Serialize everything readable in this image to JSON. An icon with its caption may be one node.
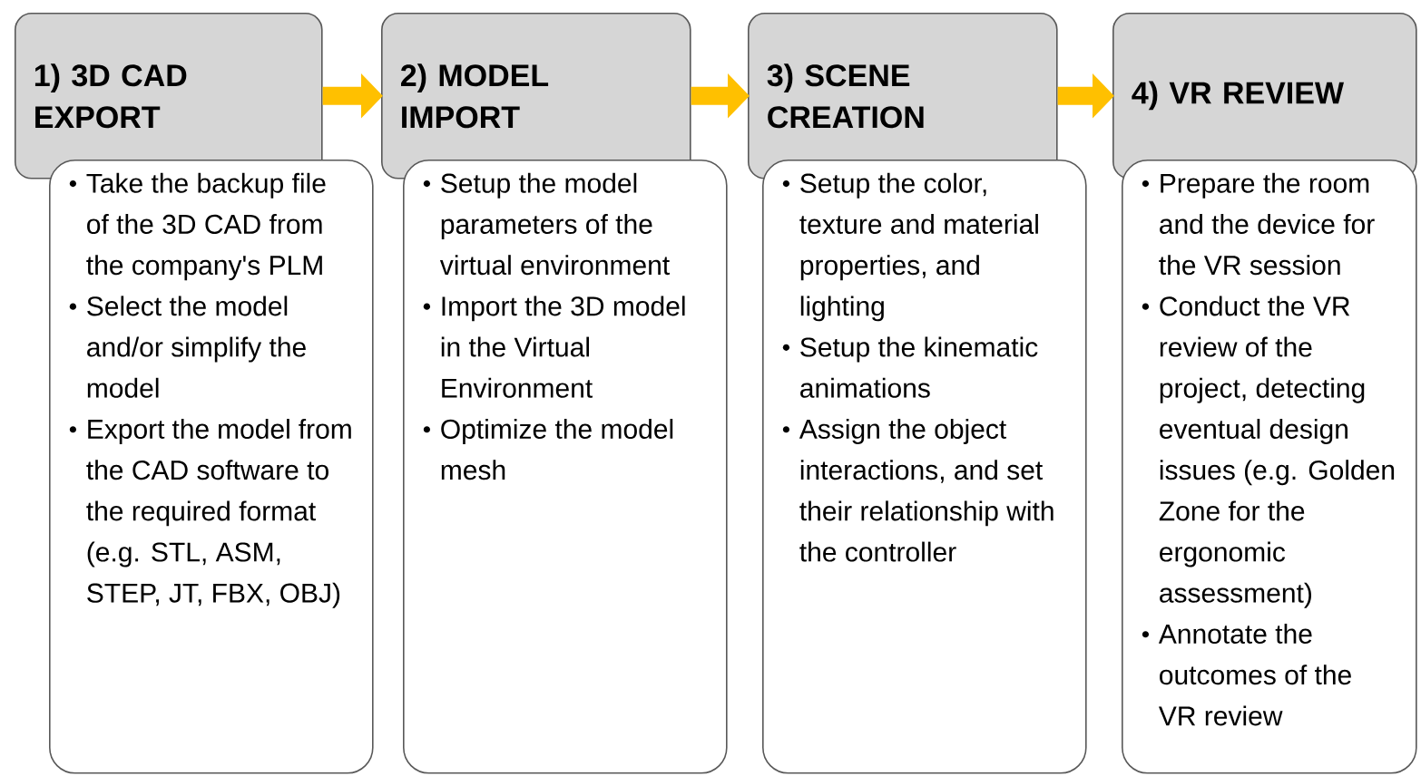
{
  "diagram": {
    "nodes": [
      {
        "text": [
          "1) 3D CAD EXPORT"
        ]
      },
      {
        "text": [
          "Take the backup file of the 3D CAD from the company's PLM",
          "Select the model and/or simplify the model",
          "Export the model from the CAD software to the required format (e.g. STL, ASM, STEP, JT, FBX, OBJ)"
        ]
      },
      {
        "text": [
          "2) MODEL IMPORT"
        ]
      },
      {
        "text": [
          "Setup the model parameters of the virtual environment",
          "Import the 3D model in the Virtual Environment",
          "Optimize the model mesh"
        ]
      },
      {
        "text": [
          "3) SCENE CREATION"
        ]
      },
      {
        "text": [
          "Setup the color, texture and material properties, and lighting",
          "Setup the kinematic animations",
          "Assign the object interactions, and set their relationship with the controller"
        ]
      },
      {
        "text": [
          "4) VR REVIEW"
        ]
      },
      {
        "text": [
          "Prepare the room and the device for the VR session",
          "Conduct the VR review of the project, detecting eventual design issues (e.g. Golden Zone for the ergonomic assessment)",
          "Annotate the outcomes of the VR review"
        ]
      }
    ],
    "edges": [
      {
        "from": 0,
        "to": 2,
        "arrow": "to"
      },
      {
        "from": 2,
        "to": 4,
        "arrow": "to"
      },
      {
        "from": 4,
        "to": 6,
        "arrow": "to"
      }
    ]
  }
}
